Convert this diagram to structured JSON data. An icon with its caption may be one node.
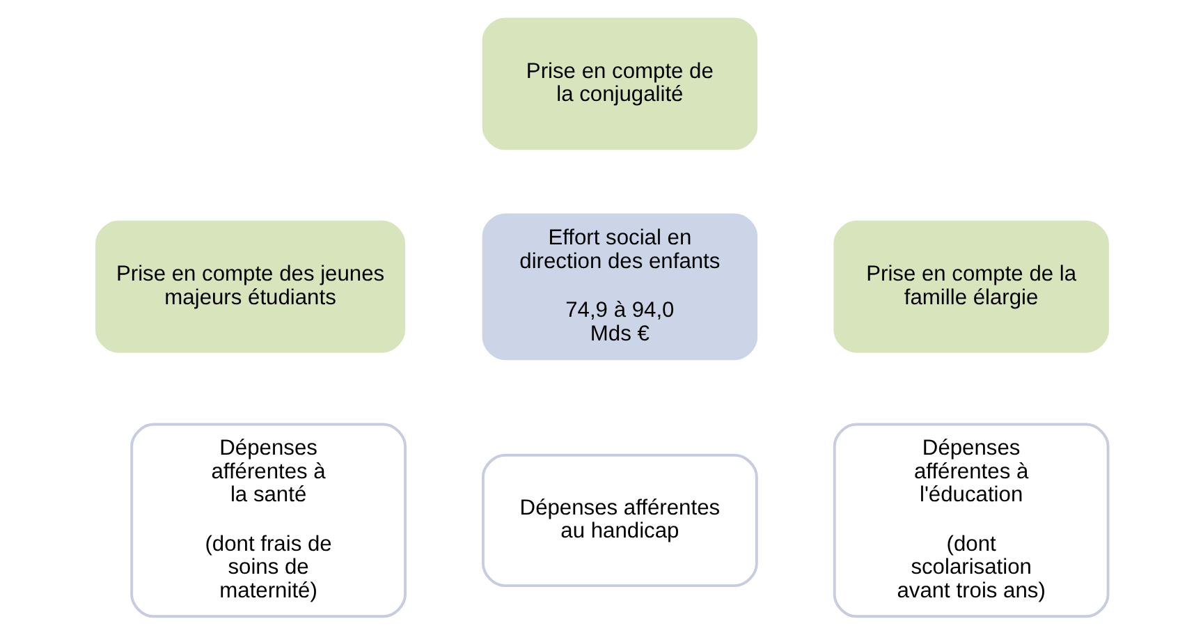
{
  "diagram": {
    "nodes": [
      {
        "text": [
          "Prise en compte de la conjugalité"
        ]
      },
      {
        "text": [
          "Prise en compte des jeunes majeurs étudiants"
        ]
      },
      {
        "text": [
          "Effort  social en direction des enfants",
          "74,9 à 94,0 Mds €"
        ]
      },
      {
        "text": [
          "Prise en compte de la famille élargie"
        ]
      },
      {
        "text": [
          "Dépenses afférentes à la santé",
          "(dont frais de soins de maternité)"
        ]
      },
      {
        "text": [
          "Dépenses afférentes au handicap"
        ]
      },
      {
        "text": [
          "Dépenses afférentes à l'éducation",
          "(dont scolarisation avant trois ans)"
        ]
      }
    ],
    "edges": []
  }
}
